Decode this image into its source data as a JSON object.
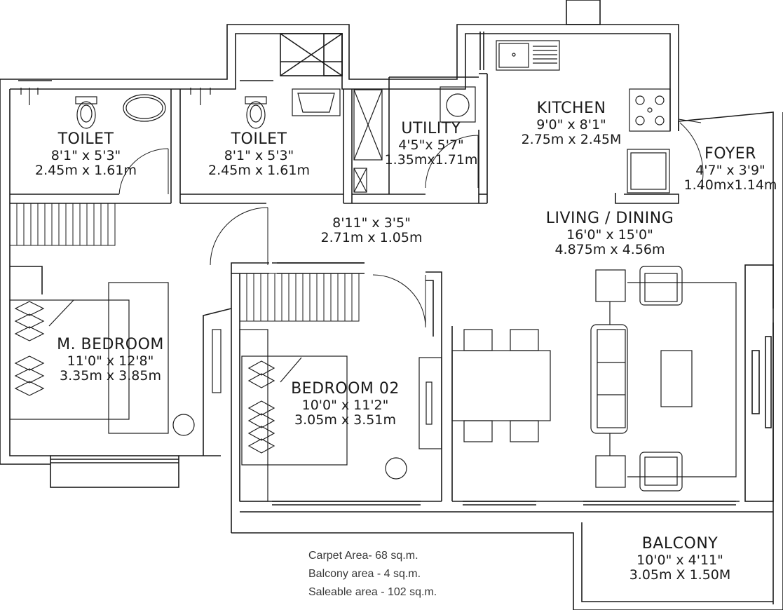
{
  "rooms": {
    "toilet1": {
      "name": "TOILET",
      "dim_ft": "8'1\" x 5'3\"",
      "dim_m": "2.45m x 1.61m"
    },
    "toilet2": {
      "name": "TOILET",
      "dim_ft": "8'1\" x 5'3\"",
      "dim_m": "2.45m x 1.61m"
    },
    "utility": {
      "name": "UTILITY",
      "dim_ft": "4'5\"x 5'7\"",
      "dim_m": "1.35mx1.71m"
    },
    "kitchen": {
      "name": "KITCHEN",
      "dim_ft": "9'0\" x 8'1\"",
      "dim_m": "2.75m x 2.45M"
    },
    "foyer": {
      "name": "FOYER",
      "dim_ft": "4'7\" x 3'9\"",
      "dim_m": "1.40mx1.14m"
    },
    "passage": {
      "dim_ft": "8'11\" x 3'5\"",
      "dim_m": "2.71m x 1.05m"
    },
    "living": {
      "name": "LIVING / DINING",
      "dim_ft": "16'0\" x 15'0\"",
      "dim_m": "4.875m x 4.56m"
    },
    "mbedroom": {
      "name": "M. BEDROOM",
      "dim_ft": "11'0\" x 12'8\"",
      "dim_m": "3.35m x 3.85m"
    },
    "bedroom2": {
      "name": "BEDROOM 02",
      "dim_ft": "10'0\" x 11'2\"",
      "dim_m": "3.05m x 3.51m"
    },
    "balcony": {
      "name": "BALCONY",
      "dim_ft": "10'0\" x 4'11\"",
      "dim_m": "3.05m X 1.50M"
    }
  },
  "areas": {
    "carpet": "Carpet Area- 68 sq.m.",
    "balcony": "Balcony area - 4 sq.m.",
    "saleable": "Saleable area - 102 sq.m."
  },
  "icons": [
    "toilet-icon",
    "washbasin-icon",
    "sink-icon",
    "stove-icon",
    "washing-machine-icon",
    "bed-icon",
    "sofa-icon",
    "dining-table-icon",
    "chair-icon",
    "door-swing-icon"
  ],
  "colors": {
    "line": "#1a1a1a",
    "background": "#ffffff"
  }
}
